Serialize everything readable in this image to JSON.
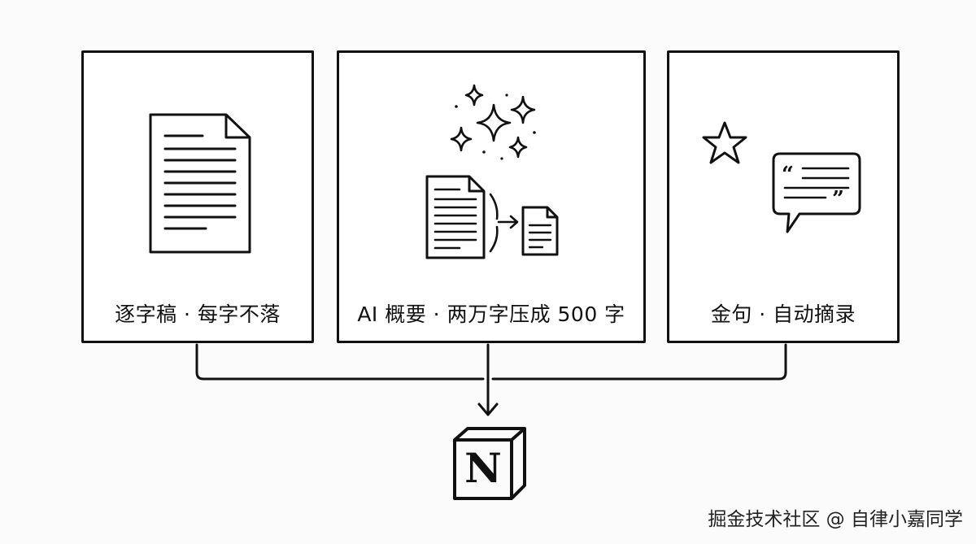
{
  "cards": [
    {
      "label": "逐字稿 · 每字不落",
      "icon": "document-icon"
    },
    {
      "label": "AI 概要 · 两万字压成 500 字",
      "icon": "summarize-icon"
    },
    {
      "label": "金句 · 自动摘录",
      "icon": "quote-star-icon"
    }
  ],
  "destination": {
    "logo_letter": "N",
    "icon": "notion-logo-icon"
  },
  "watermark": "掘金技术社区 @ 自律小嘉同学"
}
